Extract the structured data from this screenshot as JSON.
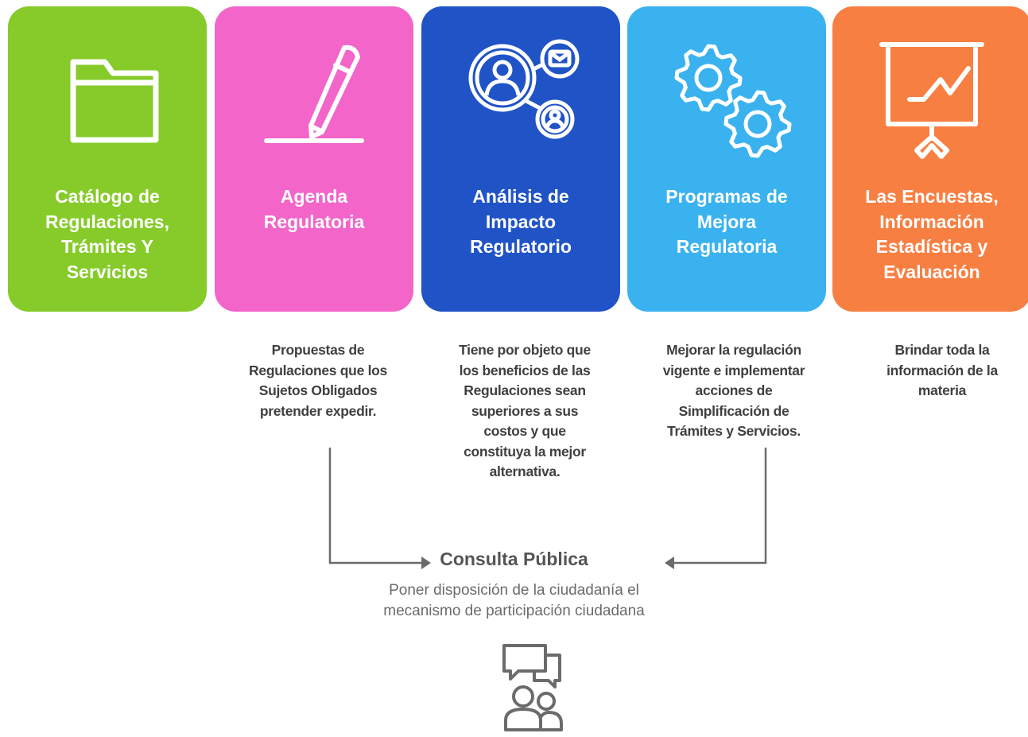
{
  "cards": [
    {
      "title": "Catálogo de\nRegulaciones,\nTrámites Y\nServicios",
      "color": "#86CB29",
      "icon": "folder-icon"
    },
    {
      "title": "Agenda\nRegulatoria",
      "color": "#F365C9",
      "icon": "pencil-icon"
    },
    {
      "title": "Análisis de\nImpacto\nRegulatorio",
      "color": "#2053C6",
      "icon": "network-people-icon"
    },
    {
      "title": "Programas de\nMejora\nRegulatoria",
      "color": "#3AB2EF",
      "icon": "gears-icon"
    },
    {
      "title": "Las Encuestas,\nInformación\nEstadística y\nEvaluación",
      "color": "#F87F42",
      "icon": "presentation-chart-icon"
    }
  ],
  "descriptions": [
    "Propuestas de\nRegulaciones que los\nSujetos Obligados\npretender expedir.",
    "Tiene por objeto que\nlos beneficios de las\nRegulaciones sean\nsuperiores a sus\ncostos y que\nconstituya la mejor\nalternativa.",
    "Mejorar la regulación\nvigente e implementar\nacciones de\nSimplificación de\nTrámites y Servicios.",
    "Brindar toda la\ninformación de la\nmateria"
  ],
  "consulta": {
    "title": "Consulta Pública",
    "description": "Poner disposición de la ciudadanía el\nmecanismo de participación ciudadana",
    "icon": "chat-people-icon"
  },
  "colors": {
    "text_dark": "#404040",
    "connector": "#6b6b6b"
  }
}
